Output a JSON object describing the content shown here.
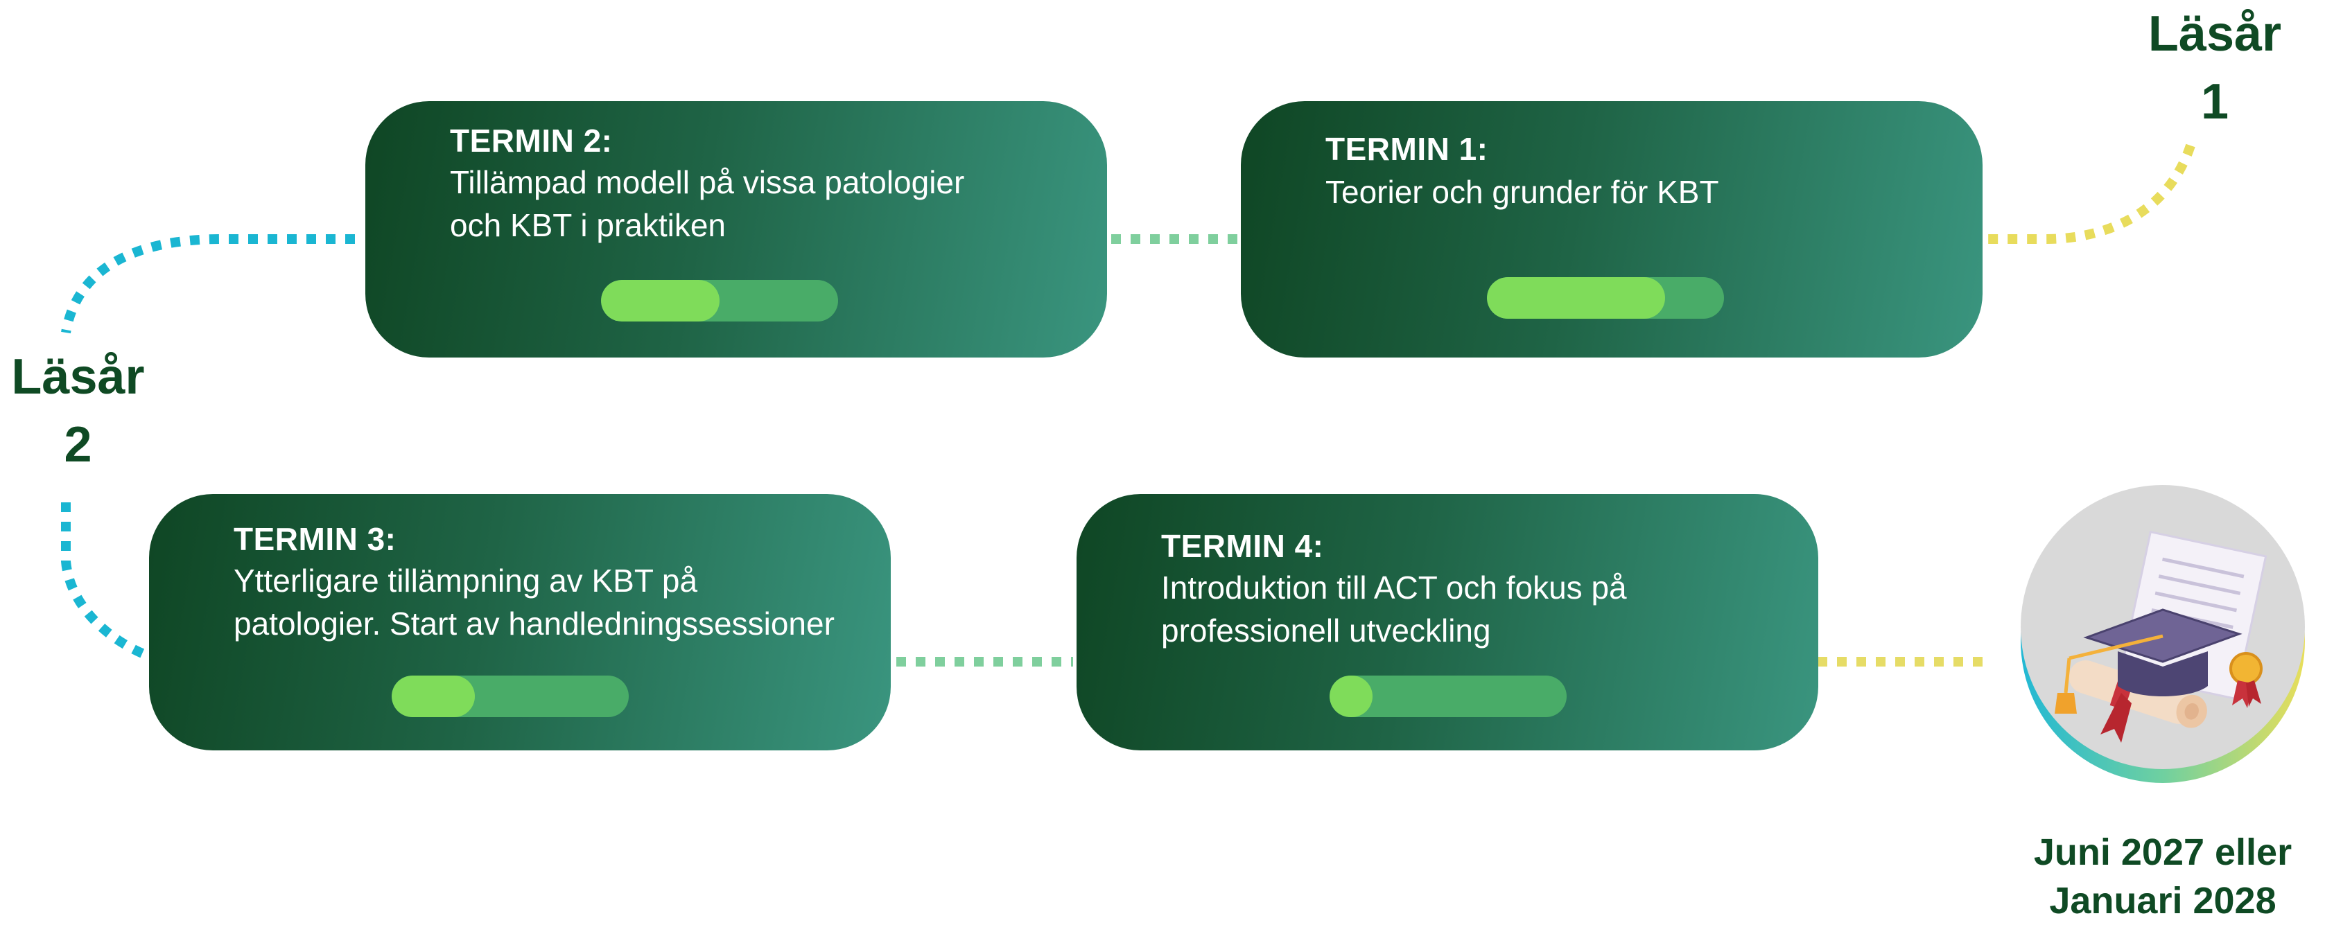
{
  "years": [
    {
      "label": "Läsår\n1"
    },
    {
      "label": "Läsår\n2"
    }
  ],
  "terms": [
    {
      "title": "TERMIN 1:",
      "description": "Teorier och grunder för KBT",
      "progress": 0.75
    },
    {
      "title": "TERMIN 2:",
      "description": "Tillämpad modell på vissa patologier\noch KBT i praktiken",
      "progress": 0.5
    },
    {
      "title": "TERMIN 3:",
      "description": "Ytterligare tillämpning av KBT på\npatologier. Start av handledningssessioner",
      "progress": 0.35
    },
    {
      "title": "TERMIN 4:",
      "description": "Introduktion till ACT och fokus på\nprofessionell utveckling",
      "progress": 0.18
    }
  ],
  "graduation": {
    "label": "Juni 2027 eller\nJanuari 2028",
    "icon": "graduation-cap-diploma-icon"
  },
  "colors": {
    "card_dark": "#0f4624",
    "card_light": "#3a957f",
    "progress_track": "#49ac68",
    "progress_fill": "#7fdc5a",
    "label_green": "#0f4a24",
    "path_cyan": "#1ab6d2",
    "path_green": "#7fcf9d",
    "path_yellow": "#e8dc5c"
  }
}
